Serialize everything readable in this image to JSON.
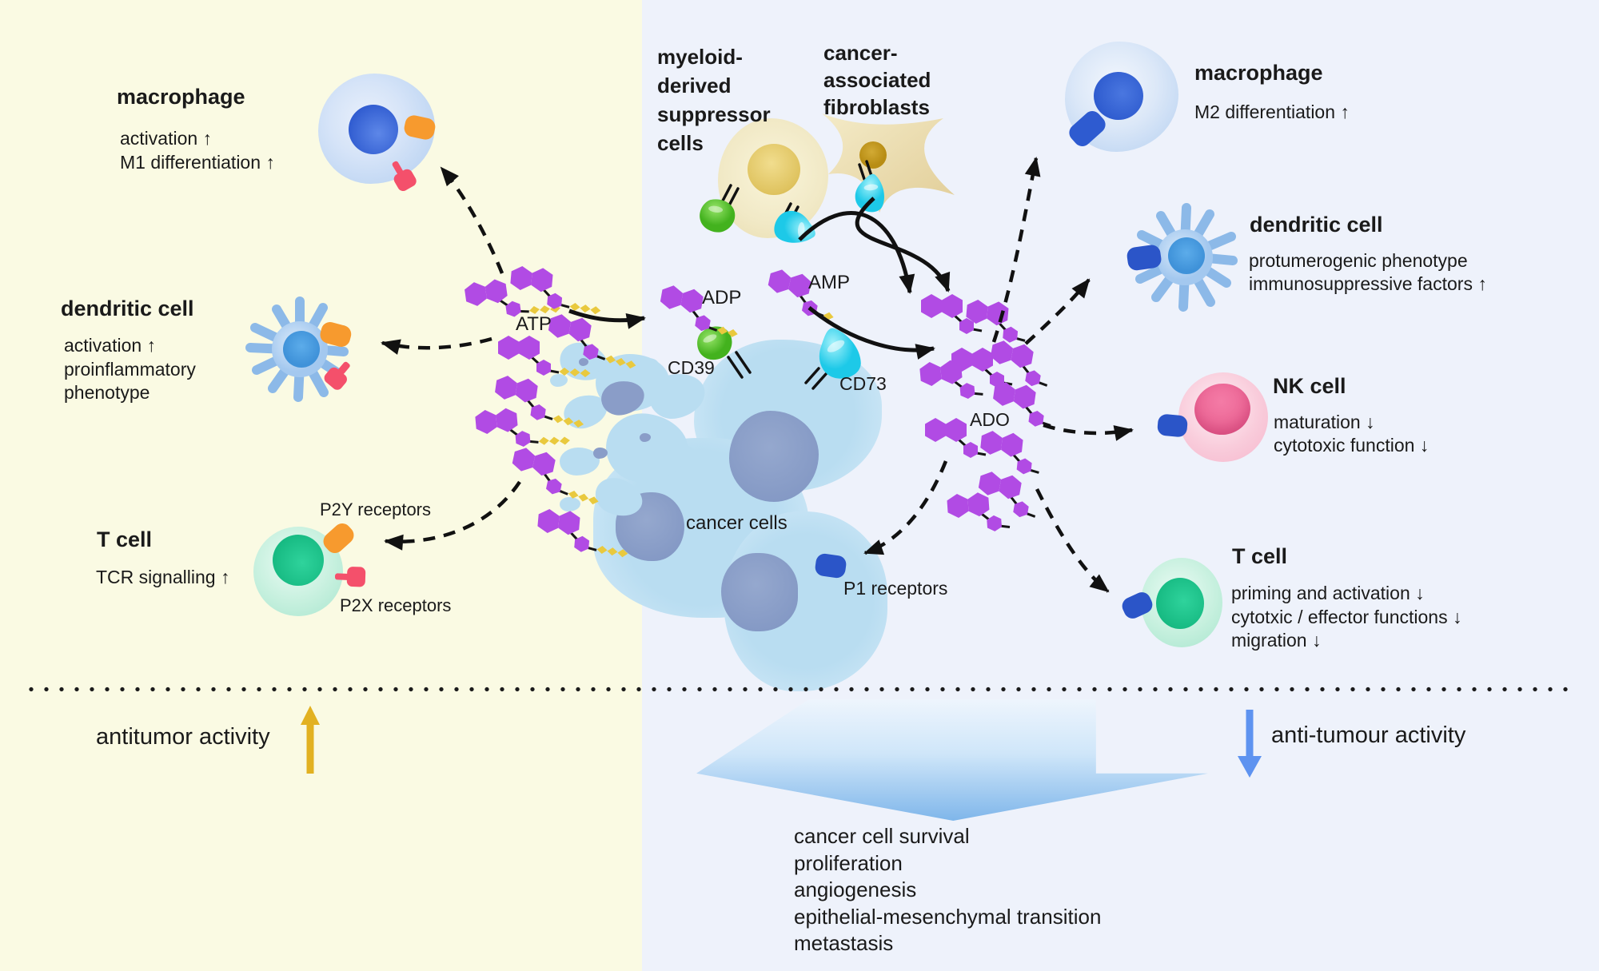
{
  "left": {
    "macrophage": {
      "title": "macrophage",
      "lines": [
        "activation ↑",
        "M1 differentiation ↑"
      ]
    },
    "dendritic": {
      "title": "dendritic cell",
      "lines": [
        "activation ↑",
        "proinflammatory",
        "phenotype"
      ]
    },
    "tcell": {
      "title": "T cell",
      "lines": [
        "TCR signalling ↑"
      ],
      "p2y": "P2Y receptors",
      "p2x": "P2X receptors"
    },
    "activity": "antitumor activity"
  },
  "center": {
    "mdsc_lines": [
      "myeloid-",
      "derived",
      "suppressor",
      "cells"
    ],
    "caf_lines": [
      "cancer-",
      "associated",
      "fibroblasts"
    ],
    "atp": "ATP",
    "adp": "ADP",
    "amp": "AMP",
    "ado": "ADO",
    "cd39": "CD39",
    "cd73": "CD73",
    "cancer_cells": "cancer cells",
    "p1": "P1 receptors",
    "outcomes": [
      "cancer cell survival",
      "proliferation",
      "angiogenesis",
      "epithelial-mesenchymal transition",
      "metastasis"
    ]
  },
  "right": {
    "macrophage": {
      "title": "macrophage",
      "lines": [
        "M2 differentiation ↑"
      ]
    },
    "dendritic": {
      "title": "dendritic cell",
      "lines": [
        "protumerogenic phenotype",
        "immunosuppressive factors ↑"
      ]
    },
    "nk": {
      "title": "NK cell",
      "lines": [
        "maturation ↓",
        "cytotoxic function ↓"
      ]
    },
    "tcell": {
      "title": "T cell",
      "lines": [
        "priming and activation ↓",
        "cytotxic / effector functions ↓",
        "migration ↓"
      ]
    },
    "activity": "anti-tumour activity"
  },
  "colors": {
    "background_left": "#FAFAE3",
    "background_right": "#EEF2FB",
    "molecule_purple": "#B14BE4",
    "phosphate_yellow": "#E9C93E",
    "cd39_green": "#46B520",
    "cd73_cyan": "#1DC9E8",
    "receptor_orange": "#F79A2E",
    "receptor_red": "#F4506B",
    "receptor_blue": "#2B55C8",
    "antitumor_arrow": "#E2B121",
    "antitumour_arrow": "#5E93F0"
  }
}
